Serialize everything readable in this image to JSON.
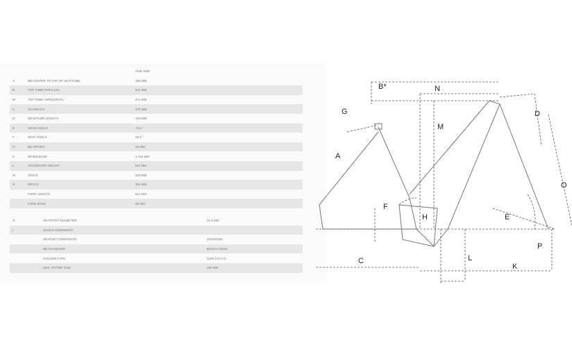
{
  "geometry_header": "ONE SIZE",
  "geometry": [
    {
      "key": "A",
      "label": "BB CENTER TO TOP OF SEATTUBE",
      "value": "455 MM"
    },
    {
      "key": "B",
      "label": "TOP TUBE PARALLEL",
      "value": "541 MM"
    },
    {
      "key": "B*",
      "label": "TOP TUBE HORIZONTAL",
      "value": "571 MM"
    },
    {
      "key": "C",
      "label": "CHAINSTAY",
      "value": "470 MM"
    },
    {
      "key": "D",
      "label": "HEADTUBE LENGTH",
      "value": "150 MM"
    },
    {
      "key": "E",
      "label": "HEAD ANGLE",
      "value": "71.5 °"
    },
    {
      "key": "F",
      "label": "SEAT ANGLE",
      "value": "69.5 °"
    },
    {
      "key": "H",
      "label": "BB OFFSET",
      "value": "25 MM"
    },
    {
      "key": "K",
      "label": "WHEELBASE",
      "value": "1.162 MM"
    },
    {
      "key": "L",
      "label": "STANDOVER HEIGHT",
      "value": "611 MM"
    },
    {
      "key": "M",
      "label": "STACK",
      "value": "620 MM"
    },
    {
      "key": "N",
      "label": "REACH",
      "value": "354 MM"
    },
    {
      "key": "",
      "label": "FORK LENGTH",
      "value": "511 MM"
    },
    {
      "key": "",
      "label": "FORK RAKE",
      "value": "55 MM"
    }
  ],
  "specs": [
    {
      "key": "G",
      "label": "SEATPOST DIAMETER",
      "value": "31.6 MM"
    },
    {
      "key": "I",
      "label": "SHOCK DIMENSION",
      "value": ""
    },
    {
      "key": "",
      "label": "HEADSET DIMENSION",
      "value": "ZS44/ZS55"
    },
    {
      "key": "",
      "label": "BB STANDARD",
      "value": "BOSCH GEN3"
    },
    {
      "key": "",
      "label": "HANGER TYPE",
      "value": "SUM 143 F.O"
    },
    {
      "key": "",
      "label": "MAX. ROTOR SIZE",
      "value": "160 MM"
    }
  ],
  "diagram_labels": {
    "B": "B*",
    "N": "N",
    "G": "G",
    "M": "M",
    "D": "D",
    "A": "A",
    "O": "O",
    "F": "F",
    "E": "E",
    "H": "H",
    "P": "P",
    "C": "C",
    "L": "L",
    "K": "K"
  }
}
